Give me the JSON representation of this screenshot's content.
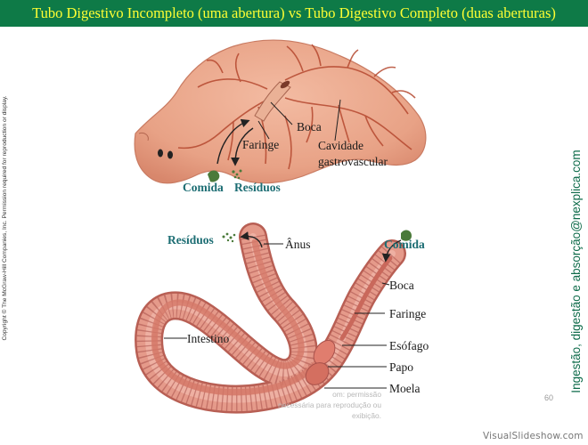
{
  "title": "Tubo Digestivo Incompleto (uma abertura) vs Tubo Digestivo Completo (duas aberturas)",
  "side_left_text": "Copyright © The McGraw-Hill Companies, Inc. Permission required for reproduction or display.",
  "side_right_text": "Ingestão, digestão e absorção@nexplica.com",
  "flatworm": {
    "boca": "Boca",
    "faringe": "Faringe",
    "cavidade_line1": "Cavidade",
    "cavidade_line2": "gastrovascular",
    "comida": "Comida",
    "residuos": "Resíduos"
  },
  "earthworm": {
    "residuos": "Resíduos",
    "anus": "Ânus",
    "comida": "Comida",
    "boca": "Boca",
    "faringe": "Faringe",
    "intestino": "Intestino",
    "esofago": "Esófago",
    "papo": "Papo",
    "moela": "Moela"
  },
  "faded_note_line1": "om: permissão",
  "faded_note_line2": "necessária para reprodução ou exibição.",
  "page_number": "60",
  "watermark": "VisualSlideshow.com",
  "colors": {
    "title_bg": "#0e7a47",
    "title_text": "#ffff33",
    "teal_label": "#1c6d73",
    "side_text": "#0e6b4a",
    "flatworm_body": "#e9a98c",
    "earthworm_body": "#e19384"
  }
}
